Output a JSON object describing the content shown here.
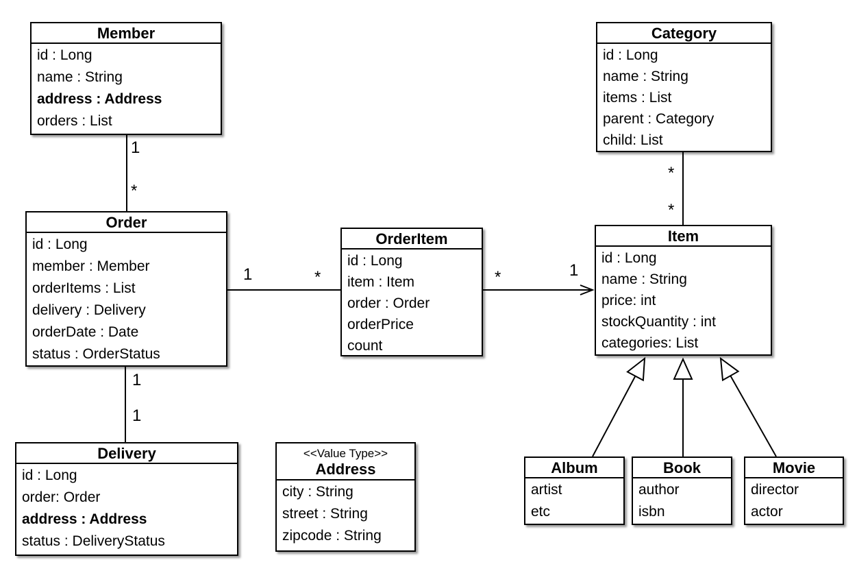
{
  "diagram": {
    "kind": "uml-class-diagram",
    "background_color": "#ffffff",
    "line_color": "#000000"
  },
  "classes": {
    "member": {
      "name": "Member",
      "attributes": [
        "id : Long",
        "name : String",
        "address : Address",
        "orders : List"
      ]
    },
    "order": {
      "name": "Order",
      "attributes": [
        "id : Long",
        "member : Member",
        "orderItems : List",
        "delivery : Delivery",
        "orderDate : Date",
        "status : OrderStatus"
      ]
    },
    "delivery": {
      "name": "Delivery",
      "attributes": [
        "id : Long",
        "order: Order",
        "address : Address",
        "status : DeliveryStatus"
      ]
    },
    "orderItem": {
      "name": "OrderItem",
      "attributes": [
        "id : Long",
        "item : Item",
        "order : Order",
        "orderPrice",
        "count"
      ]
    },
    "address": {
      "stereotype": "<<Value Type>>",
      "name": "Address",
      "attributes": [
        "city : String",
        "street : String",
        "zipcode : String"
      ]
    },
    "category": {
      "name": "Category",
      "attributes": [
        "id : Long",
        "name : String",
        "items : List",
        "parent : Category",
        "child: List"
      ]
    },
    "item": {
      "name": "Item",
      "attributes": [
        "id : Long",
        "name : String",
        "price: int",
        "stockQuantity : int",
        "categories: List"
      ]
    },
    "album": {
      "name": "Album",
      "attributes": [
        "artist",
        "etc"
      ]
    },
    "book": {
      "name": "Book",
      "attributes": [
        "author",
        "isbn"
      ]
    },
    "movie": {
      "name": "Movie",
      "attributes": [
        "director",
        "actor"
      ]
    }
  },
  "relationships": [
    {
      "from": "Member",
      "to": "Order",
      "type": "association",
      "from_label": "1",
      "to_label": "*"
    },
    {
      "from": "Order",
      "to": "OrderItem",
      "type": "association",
      "from_label": "1",
      "to_label": "*"
    },
    {
      "from": "OrderItem",
      "to": "Item",
      "type": "directed-association",
      "from_label": "*",
      "to_label": "1"
    },
    {
      "from": "Order",
      "to": "Delivery",
      "type": "association",
      "from_label": "1",
      "to_label": "1"
    },
    {
      "from": "Category",
      "to": "Item",
      "type": "association",
      "from_label": "*",
      "to_label": "*"
    },
    {
      "from": "Album",
      "to": "Item",
      "type": "generalization"
    },
    {
      "from": "Book",
      "to": "Item",
      "type": "generalization"
    },
    {
      "from": "Movie",
      "to": "Item",
      "type": "generalization"
    }
  ]
}
